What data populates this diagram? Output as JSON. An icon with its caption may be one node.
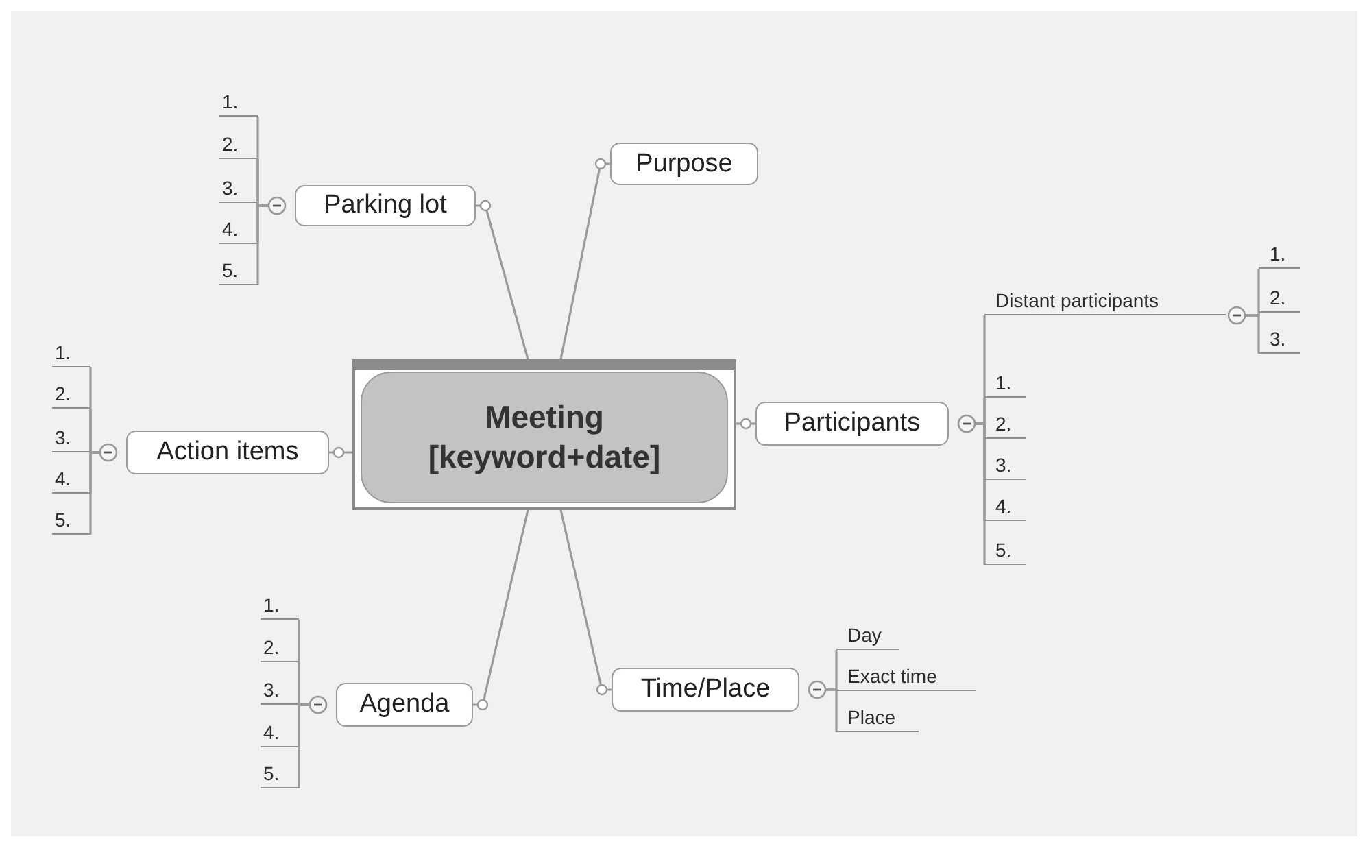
{
  "diagram": {
    "nodes": [
      {
        "text": [
          "Meeting [keyword+date]"
        ]
      },
      {
        "text": [
          "Parking lot"
        ]
      },
      {
        "text": [
          "1."
        ]
      },
      {
        "text": [
          "2."
        ]
      },
      {
        "text": [
          "3."
        ]
      },
      {
        "text": [
          "4."
        ]
      },
      {
        "text": [
          "5."
        ]
      },
      {
        "text": [
          "Purpose"
        ]
      },
      {
        "text": [
          "Action items"
        ]
      },
      {
        "text": [
          "1."
        ]
      },
      {
        "text": [
          "2."
        ]
      },
      {
        "text": [
          "3."
        ]
      },
      {
        "text": [
          "4."
        ]
      },
      {
        "text": [
          "5."
        ]
      },
      {
        "text": [
          "Participants"
        ]
      },
      {
        "text": [
          "Distant participants"
        ]
      },
      {
        "text": [
          "1."
        ]
      },
      {
        "text": [
          "2."
        ]
      },
      {
        "text": [
          "3."
        ]
      },
      {
        "text": [
          "1."
        ]
      },
      {
        "text": [
          "2."
        ]
      },
      {
        "text": [
          "3."
        ]
      },
      {
        "text": [
          "4."
        ]
      },
      {
        "text": [
          "5."
        ]
      },
      {
        "text": [
          "Agenda"
        ]
      },
      {
        "text": [
          "1."
        ]
      },
      {
        "text": [
          "2."
        ]
      },
      {
        "text": [
          "3."
        ]
      },
      {
        "text": [
          "4."
        ]
      },
      {
        "text": [
          "5."
        ]
      },
      {
        "text": [
          "Time/Place"
        ]
      },
      {
        "text": [
          "Day"
        ]
      },
      {
        "text": [
          "Exact time"
        ]
      },
      {
        "text": [
          "Place"
        ]
      }
    ],
    "edges": [
      {
        "from": 0,
        "to": 1,
        "arrow": "none"
      },
      {
        "from": 1,
        "to": 2,
        "arrow": "none"
      },
      {
        "from": 1,
        "to": 3,
        "arrow": "none"
      },
      {
        "from": 1,
        "to": 4,
        "arrow": "none"
      },
      {
        "from": 1,
        "to": 5,
        "arrow": "none"
      },
      {
        "from": 1,
        "to": 6,
        "arrow": "none"
      },
      {
        "from": 0,
        "to": 7,
        "arrow": "none"
      },
      {
        "from": 0,
        "to": 8,
        "arrow": "none"
      },
      {
        "from": 8,
        "to": 9,
        "arrow": "none"
      },
      {
        "from": 8,
        "to": 10,
        "arrow": "none"
      },
      {
        "from": 8,
        "to": 11,
        "arrow": "none"
      },
      {
        "from": 8,
        "to": 12,
        "arrow": "none"
      },
      {
        "from": 8,
        "to": 13,
        "arrow": "none"
      },
      {
        "from": 0,
        "to": 14,
        "arrow": "none"
      },
      {
        "from": 14,
        "to": 15,
        "arrow": "none"
      },
      {
        "from": 15,
        "to": 16,
        "arrow": "none"
      },
      {
        "from": 15,
        "to": 17,
        "arrow": "none"
      },
      {
        "from": 15,
        "to": 18,
        "arrow": "none"
      },
      {
        "from": 14,
        "to": 19,
        "arrow": "none"
      },
      {
        "from": 14,
        "to": 20,
        "arrow": "none"
      },
      {
        "from": 14,
        "to": 21,
        "arrow": "none"
      },
      {
        "from": 14,
        "to": 22,
        "arrow": "none"
      },
      {
        "from": 14,
        "to": 23,
        "arrow": "none"
      },
      {
        "from": 0,
        "to": 24,
        "arrow": "none"
      },
      {
        "from": 24,
        "to": 25,
        "arrow": "none"
      },
      {
        "from": 24,
        "to": 26,
        "arrow": "none"
      },
      {
        "from": 24,
        "to": 27,
        "arrow": "none"
      },
      {
        "from": 24,
        "to": 28,
        "arrow": "none"
      },
      {
        "from": 24,
        "to": 29,
        "arrow": "none"
      },
      {
        "from": 0,
        "to": 30,
        "arrow": "none"
      },
      {
        "from": 30,
        "to": 31,
        "arrow": "none"
      },
      {
        "from": 30,
        "to": 32,
        "arrow": "none"
      },
      {
        "from": 30,
        "to": 33,
        "arrow": "none"
      }
    ]
  }
}
